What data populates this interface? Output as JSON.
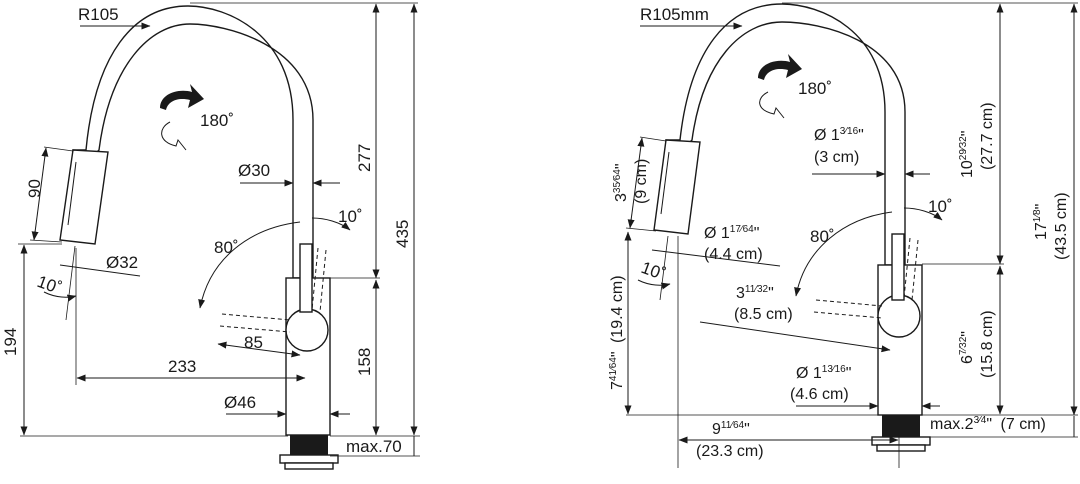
{
  "metric_drawing": {
    "radius": "R105",
    "rotation": "180˚",
    "spout_diameter": "Ø30",
    "spout_height": "277",
    "total_height": "435",
    "lever_angle_small": "10˚",
    "lever_angle_large": "80˚",
    "spray_length": "90",
    "spray_diameter": "Ø32",
    "spray_tilt": "10˚",
    "spray_height": "194",
    "body_height": "158",
    "lever_length": "85",
    "reach": "233",
    "body_diameter": "Ø46",
    "max_thickness": "max.70"
  },
  "imperial_drawing": {
    "radius": "R105mm",
    "rotation": "180˚",
    "spout_diameter": {
      "main": "Ø 1",
      "fraction": "3⁄16",
      "unit": "\"",
      "metric": "(3 cm)"
    },
    "spout_height": {
      "main": "10",
      "fraction": "29⁄32",
      "unit": "\"",
      "metric": "(27.7 cm)"
    },
    "total_height": {
      "main": "17",
      "fraction": "1⁄8",
      "unit": "\"",
      "metric": "(43.5 cm)"
    },
    "lever_angle_small": "10˚",
    "lever_angle_large": "80˚",
    "spray_length": {
      "main": "3",
      "fraction": "35⁄64",
      "unit": "\"",
      "metric": "(9 cm)"
    },
    "spray_diameter": {
      "main": "Ø 1",
      "fraction": "17⁄64",
      "unit": "\"",
      "metric": "(4.4 cm)"
    },
    "spray_tilt": "10˚",
    "spray_height": {
      "main": "7",
      "fraction": "41⁄64",
      "unit": "\"",
      "metric": "(19.4 cm)"
    },
    "lever_length": {
      "main": "3",
      "fraction": "11⁄32",
      "unit": "\"",
      "metric": "(8.5 cm)"
    },
    "body_height": {
      "main": "6",
      "fraction": "7⁄32",
      "unit": "\"",
      "metric": "(15.8 cm)"
    },
    "body_diameter": {
      "main": "Ø 1",
      "fraction": "13⁄16",
      "unit": "\"",
      "metric": "(4.6 cm)"
    },
    "reach": {
      "main": "9",
      "fraction": "11⁄64",
      "unit": "\"",
      "metric": "(23.3 cm)"
    },
    "max_thickness": {
      "main": "max.2",
      "fraction": "3⁄4",
      "unit": "\"",
      "metric": "(7 cm)"
    }
  }
}
